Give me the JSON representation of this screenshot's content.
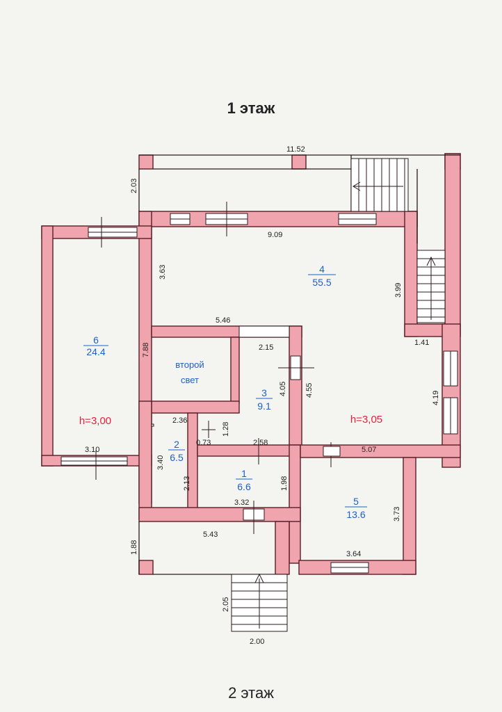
{
  "titles": {
    "top": "1 этаж",
    "bottom": "2 этаж"
  },
  "rooms": [
    {
      "number": "1",
      "area": "6.6"
    },
    {
      "number": "2",
      "area": "6.5"
    },
    {
      "number": "3",
      "area": "9.1"
    },
    {
      "number": "4",
      "area": "55.5"
    },
    {
      "number": "5",
      "area": "13.6"
    },
    {
      "number": "6",
      "area": "24.4"
    }
  ],
  "notes": {
    "second_light_line1": "второй",
    "second_light_line2": "свет"
  },
  "heights": {
    "left": "h=3,00",
    "right": "h=3,05"
  },
  "dimensions": {
    "top_width": "11.52",
    "terrace_depth": "2.03",
    "hall_width": "9.09",
    "hall_left": "3.63",
    "hall_right": "3.99",
    "room6_height": "7.88",
    "room6_width": "3.10",
    "top_partition": "5.46",
    "room3_top": "2.15",
    "room3_height": "4.05",
    "corridor_right": "4.55",
    "ledge": "1.41",
    "right_wall": "4.19",
    "room2_top": "2.36",
    "room2_height": "3.40",
    "room2_inner": "2.13",
    "small_a": "0.73",
    "small_b": "1.28",
    "room1_top": "2.58",
    "room1_height": "1.98",
    "room1_bottom": "3.32",
    "room5_top": "5.07",
    "room5_height": "3.73",
    "room5_bottom": "3.64",
    "porch_width": "5.43",
    "porch_depth": "1.88",
    "stairs_depth": "2.05",
    "stairs_width": "2.00"
  },
  "colors": {
    "wall_fill": "#f0a4ad",
    "room_label": "#1e5fc8",
    "height_label": "#e8203a"
  }
}
